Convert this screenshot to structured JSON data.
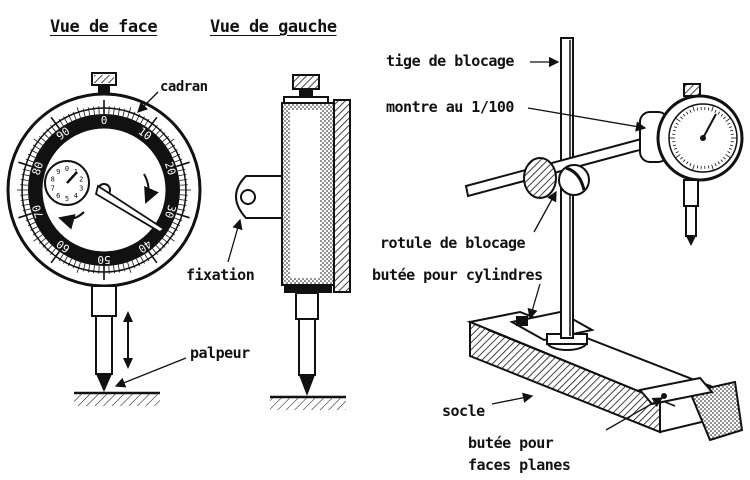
{
  "headings": {
    "front_view": "Vue de face",
    "left_view": "Vue de gauche"
  },
  "labels": {
    "dial": "cadran",
    "mounting": "fixation",
    "probe": "palpeur",
    "locking_rod": "tige de blocage",
    "indicator": "montre au 1/100",
    "locking_ball_joint": "rotule de blocage",
    "cylinder_stop": "butée pour cylindres",
    "base": "socle",
    "flat_stop_line1": "butée pour",
    "flat_stop_line2": "faces planes"
  },
  "dial_scale": [
    "0",
    "10",
    "20",
    "30",
    "40",
    "50",
    "60",
    "70",
    "80",
    "90"
  ],
  "revolution_counter_scale": [
    "0",
    "1",
    "2",
    "3",
    "4",
    "5",
    "6",
    "7",
    "8",
    "9"
  ],
  "colors": {
    "ink": "#111111",
    "paper": "#ffffff",
    "shade": "#777777"
  }
}
